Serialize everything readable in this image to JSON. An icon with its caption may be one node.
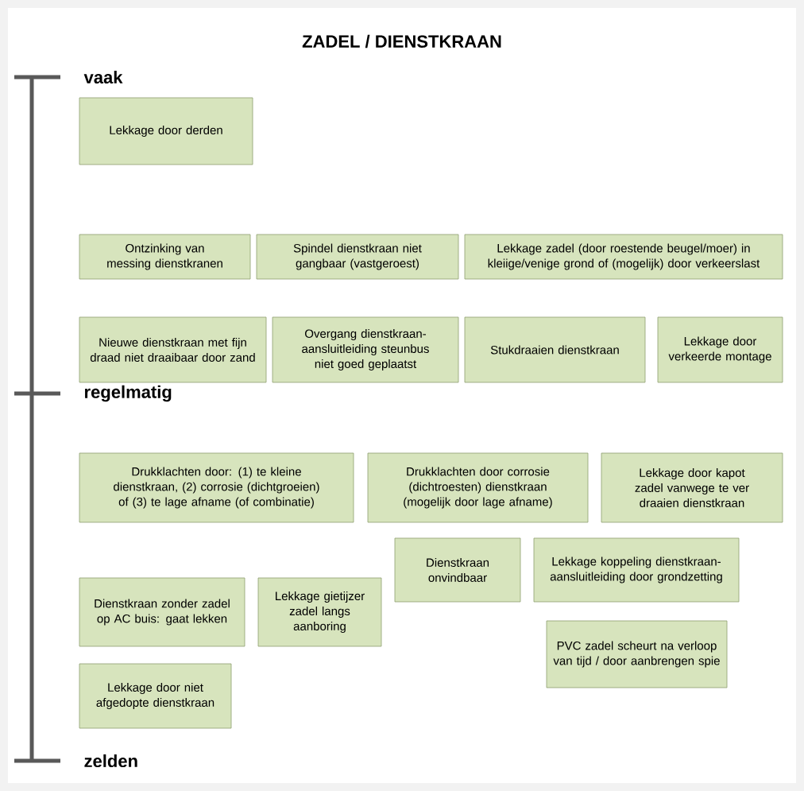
{
  "diagram": {
    "title": "ZADEL / DIENSTKRAAN",
    "nodes": [
      {
        "text": [
          "Lekkage door derden"
        ]
      },
      {
        "text": [
          "Ontzinking van messing dienstkranen"
        ]
      },
      {
        "text": [
          "Spindel dienstkraan niet gangbaar (vastgeroest)"
        ]
      },
      {
        "text": [
          "Lekkage zadel (door roestende beugel/moer) in kleiige/venige grond of (mogelijk) door verkeerslast"
        ]
      },
      {
        "text": [
          "Nieuwe dienstkraan met fijn draad niet draaibaar door zand"
        ]
      },
      {
        "text": [
          "Overgang dienstkraan-aansluitleiding steunbus niet goed geplaatst"
        ]
      },
      {
        "text": [
          "Stukdraaien dienstkraan"
        ]
      },
      {
        "text": [
          "Lekkage door verkeerde montage"
        ]
      },
      {
        "text": [
          "Drukklachten door: (1) te kleine dienstkraan, (2) corrosie (dichtgroeien) of (3) te lage afname (of combinatie)"
        ]
      },
      {
        "text": [
          "Drukklachten door corrosie (dichtroesten) dienstkraan (mogelijk door lage afname)"
        ]
      },
      {
        "text": [
          "Lekkage door kapot zadel vanwege te ver draaien dienstkraan"
        ]
      },
      {
        "text": [
          "Dienstkraan onvindbaar"
        ]
      },
      {
        "text": [
          "Lekkage koppeling dienstkraan-aansluitleiding door grondzetting"
        ]
      },
      {
        "text": [
          "Dienstkraan zonder zadel op AC buis: gaat lekken"
        ]
      },
      {
        "text": [
          "Lekkage gietijzer zadel langs aanboring"
        ]
      },
      {
        "text": [
          "PVC zadel scheurt na verloop van tijd / door aanbrengen spie"
        ]
      },
      {
        "text": [
          "Lekkage door niet afgedopte dienstkraan"
        ]
      }
    ],
    "labels": [
      "vaak",
      "regelmatig",
      "zelden"
    ]
  }
}
